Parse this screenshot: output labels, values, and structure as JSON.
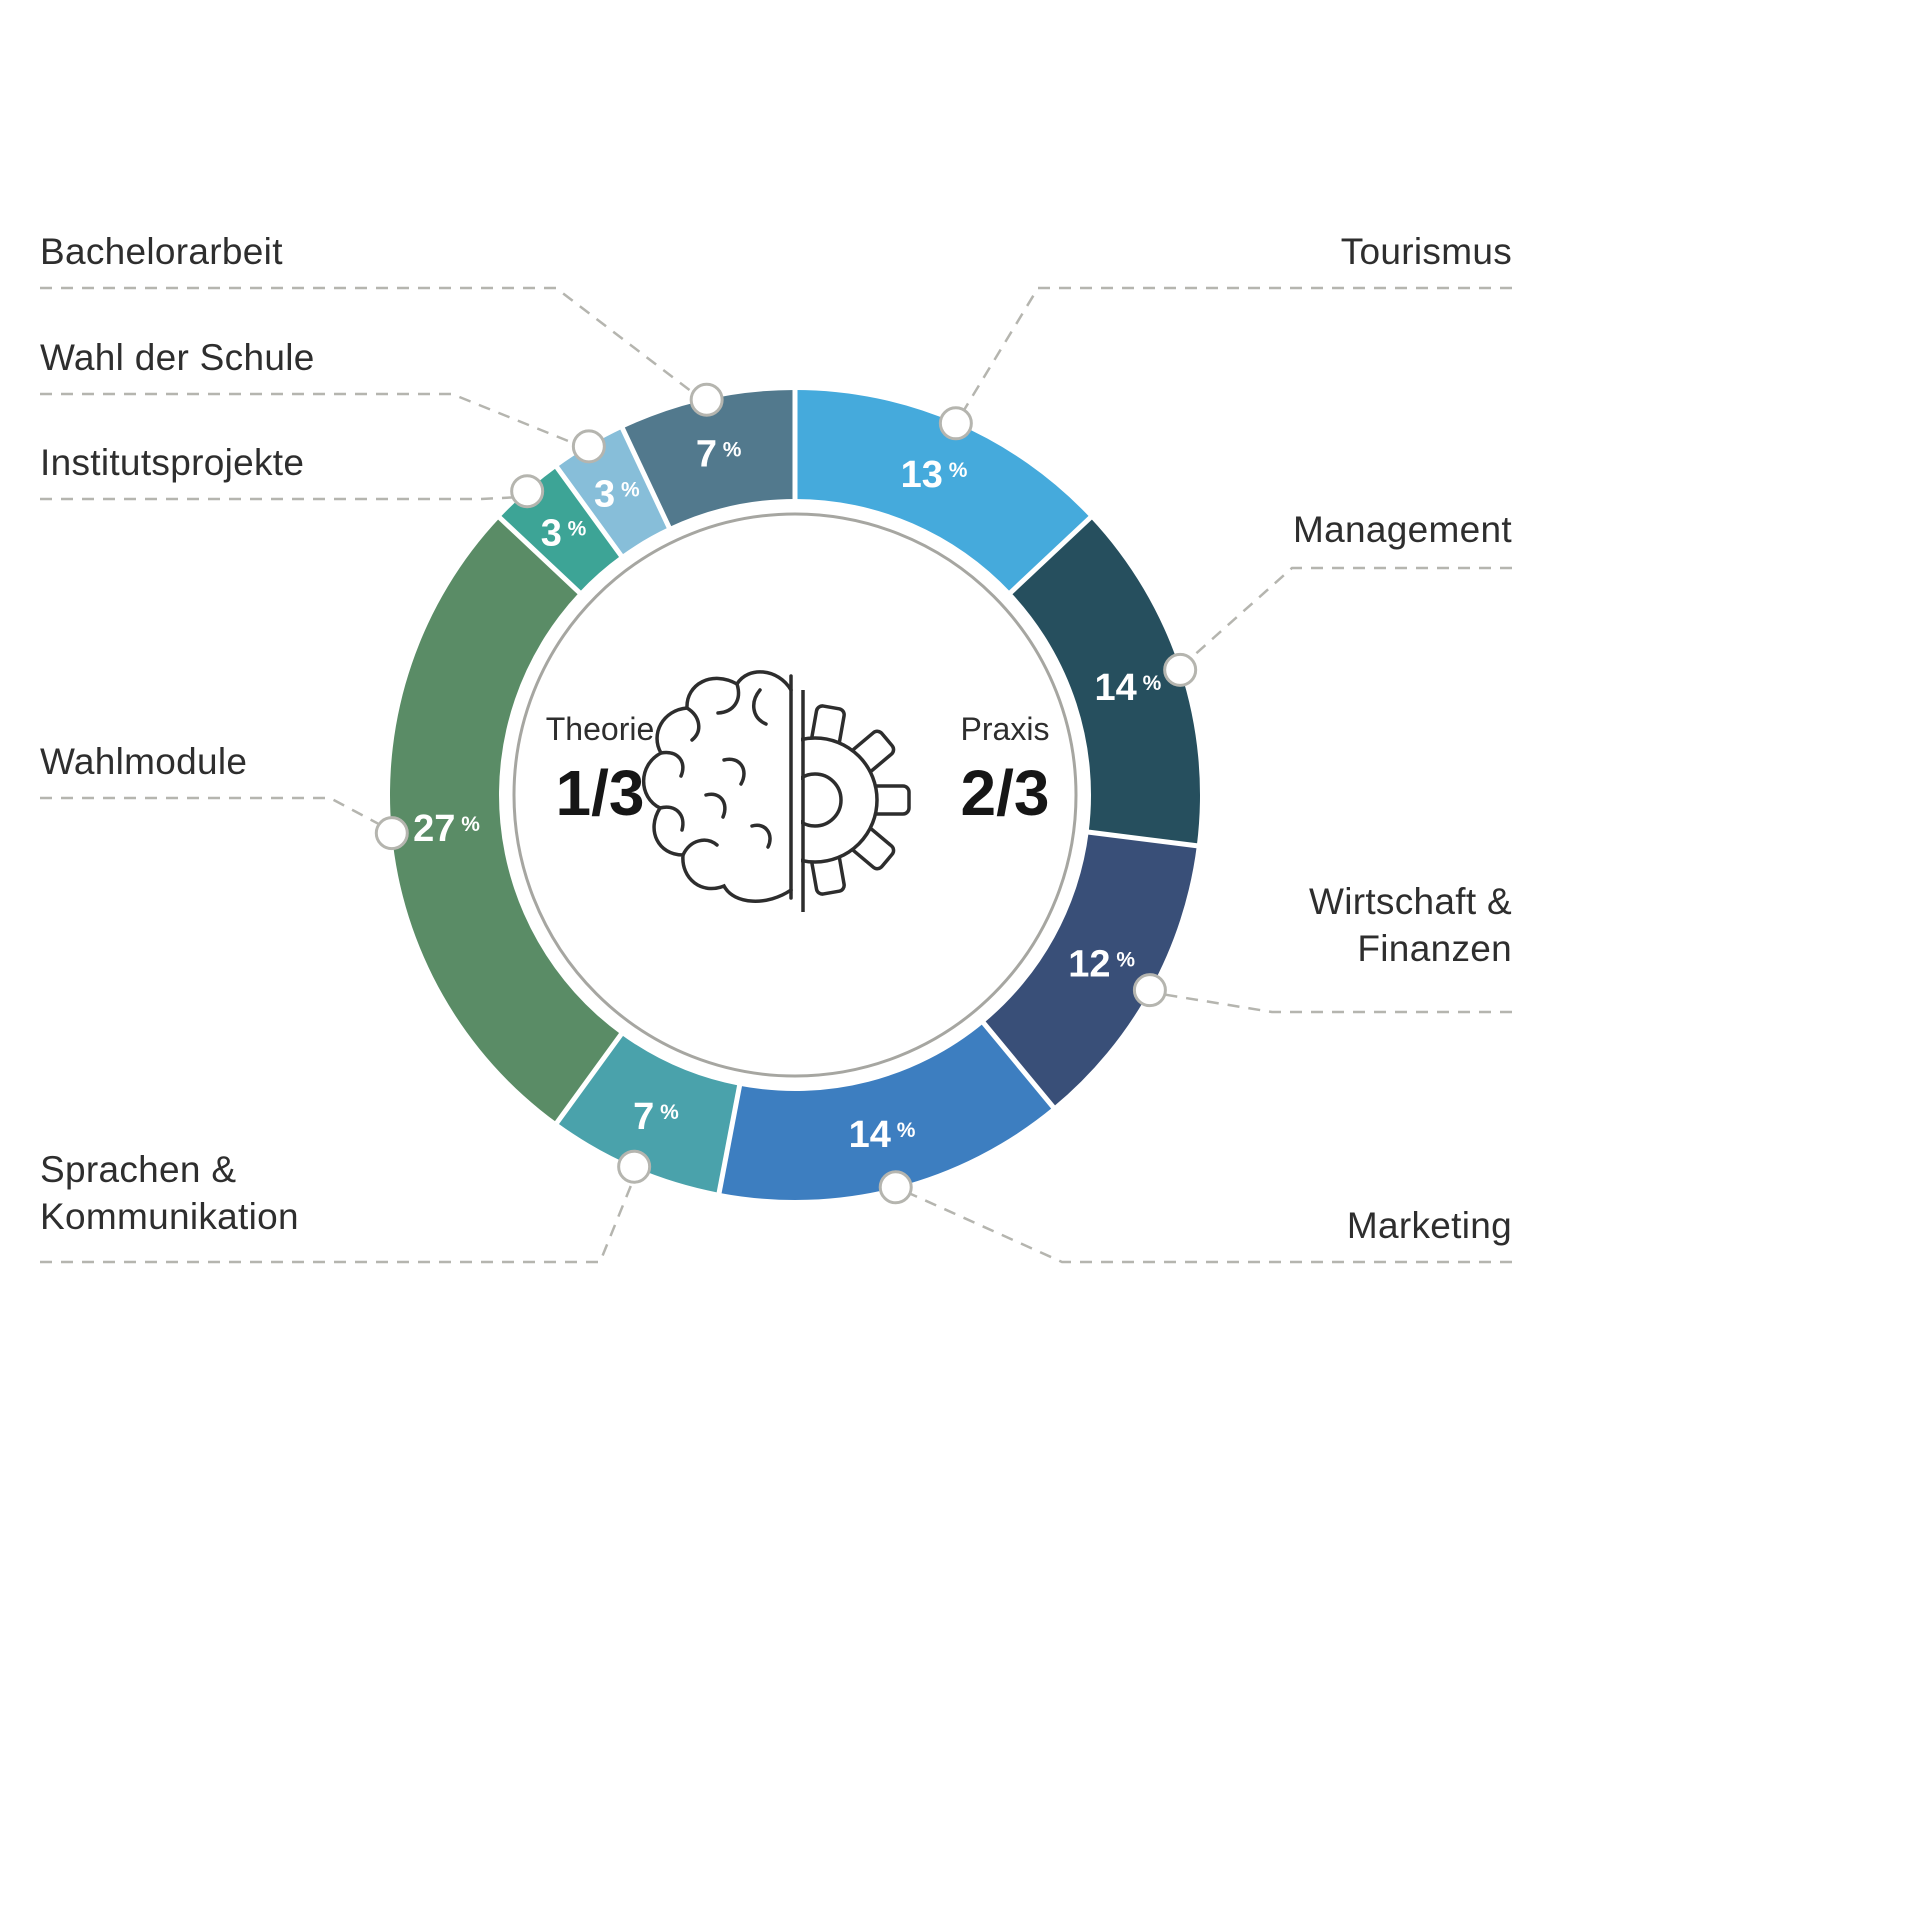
{
  "chart_data": {
    "type": "pie",
    "variant": "donut",
    "start_angle_deg": 0,
    "direction": "clockwise",
    "value_suffix": "%",
    "legend_position": "callouts-around-chart",
    "segments": [
      {
        "label": "Tourismus",
        "value": 13,
        "color": "#45aadc"
      },
      {
        "label": "Management",
        "value": 14,
        "color": "#264f5e"
      },
      {
        "label": "Wirtschaft & Finanzen",
        "value": 12,
        "color": "#394f78"
      },
      {
        "label": "Marketing",
        "value": 14,
        "color": "#3d7ec0"
      },
      {
        "label": "Sprachen & Kommunikation",
        "value": 7,
        "color": "#4aa2ab"
      },
      {
        "label": "Wahlmodule",
        "value": 27,
        "color": "#5a8c66"
      },
      {
        "label": "Institutsprojekte",
        "value": 3,
        "color": "#3da496"
      },
      {
        "label": "Wahl der Schule",
        "value": 3,
        "color": "#87bed9"
      },
      {
        "label": "Bachelorarbeit",
        "value": 7,
        "color": "#52798d"
      }
    ],
    "center": {
      "left_label": "Theorie",
      "left_value": "1/3",
      "right_label": "Praxis",
      "right_value": "2/3",
      "icon": "brain-gear-icon"
    }
  },
  "callouts": {
    "bachelorarbeit": "Bachelorarbeit",
    "wahl_der_schule": "Wahl der Schule",
    "institutsprojekte": "Institutsprojekte",
    "wahlmodule": "Wahlmodule",
    "sprachen": "Sprachen &\nKommunikation",
    "tourismus": "Tourismus",
    "management": "Management",
    "wirtschaft": "Wirtschaft &\nFinanzen",
    "marketing": "Marketing"
  },
  "colors": {
    "leader_line": "#b5b5af",
    "label_text": "#2e2e2e",
    "percent_text": "#ffffff",
    "inner_ring_stroke": "#a6a6a1",
    "icon_stroke": "#2d2d2d"
  }
}
